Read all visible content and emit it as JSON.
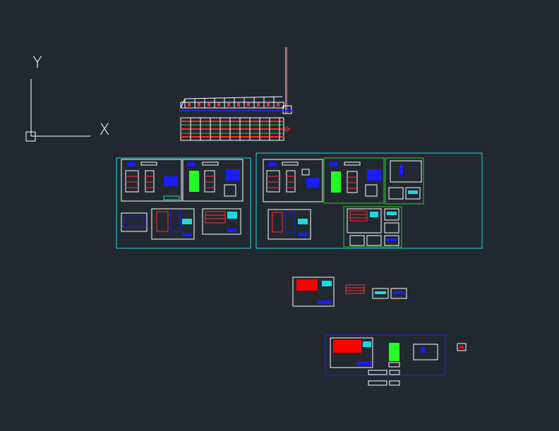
{
  "app": {
    "name": "",
    "background_color": "#212830"
  },
  "ucs": {
    "x_axis_label": "X",
    "y_axis_label": "Y",
    "icon": "ucs-axis-icon",
    "color": "#ffffff"
  },
  "colors": {
    "cyan_frame": "#1ed8e0",
    "green_frame": "#2ecc2e",
    "blue_frame": "#2020ff",
    "red_fill": "#ff0000",
    "green_fill": "#22ff22",
    "white_line": "#ffffff",
    "blue_fill": "#1b1bff"
  },
  "drawing_groups": [
    {
      "name": "elevation-drawing",
      "icon": "elevation-drawing-icon"
    },
    {
      "name": "sheet-set-left",
      "icon": "sheet-set-icon"
    },
    {
      "name": "sheet-set-right",
      "icon": "sheet-set-icon"
    },
    {
      "name": "sheet-row-middle",
      "icon": "sheet-row-icon"
    },
    {
      "name": "sheet-set-bottom",
      "icon": "sheet-set-icon"
    }
  ]
}
